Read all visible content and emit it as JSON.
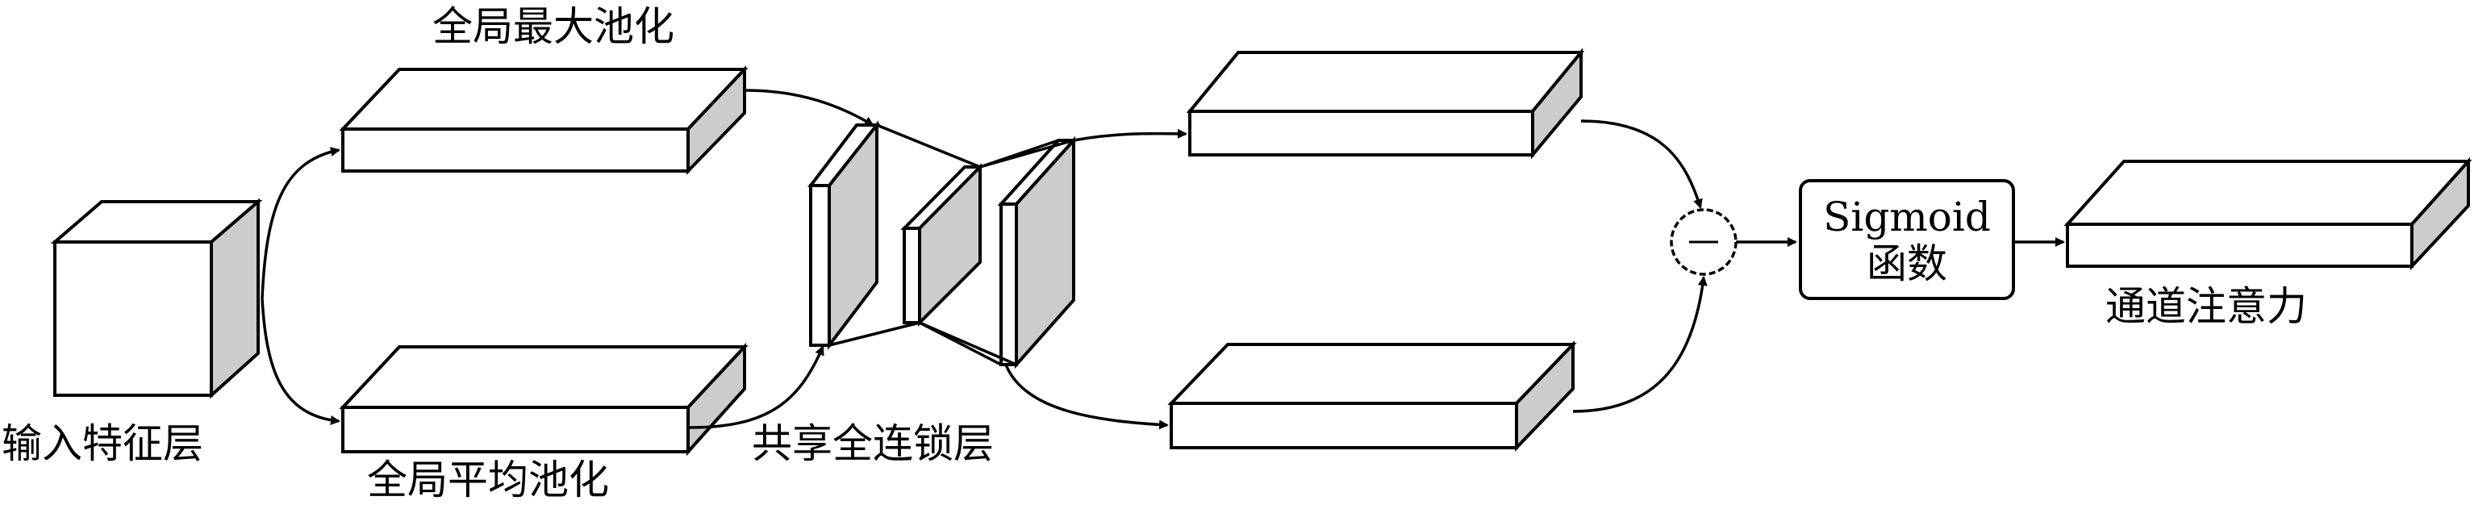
{
  "labels": {
    "input": "输入特征层",
    "max_pool": "全局最大池化",
    "avg_pool": "全局平均池化",
    "shared_fc": "共享全连锁层",
    "sigmoid_line1": "Sigmoid",
    "sigmoid_line2": "函数",
    "output": "通道注意力",
    "operator": "—"
  },
  "colors": {
    "side_face": "#cccccc",
    "stroke": "#000000"
  }
}
